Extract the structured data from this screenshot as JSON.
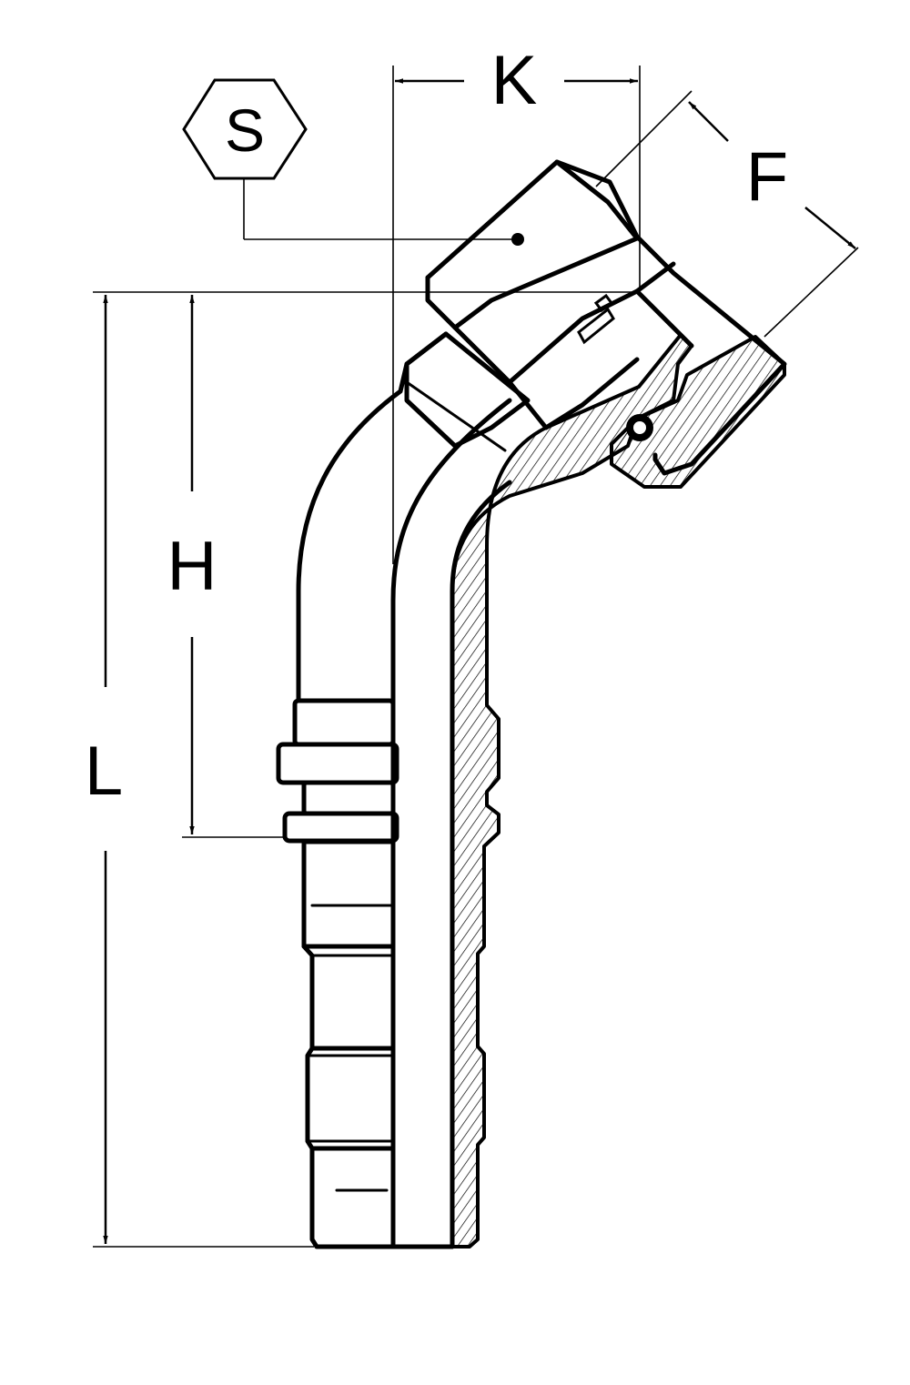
{
  "labels": {
    "k": "K",
    "f": "F",
    "s": "S",
    "h": "H",
    "l": "L"
  },
  "icons": {
    "hex": "hexagon-wrench-size-icon"
  },
  "colors": {
    "line": "#000000",
    "background": "#ffffff"
  }
}
